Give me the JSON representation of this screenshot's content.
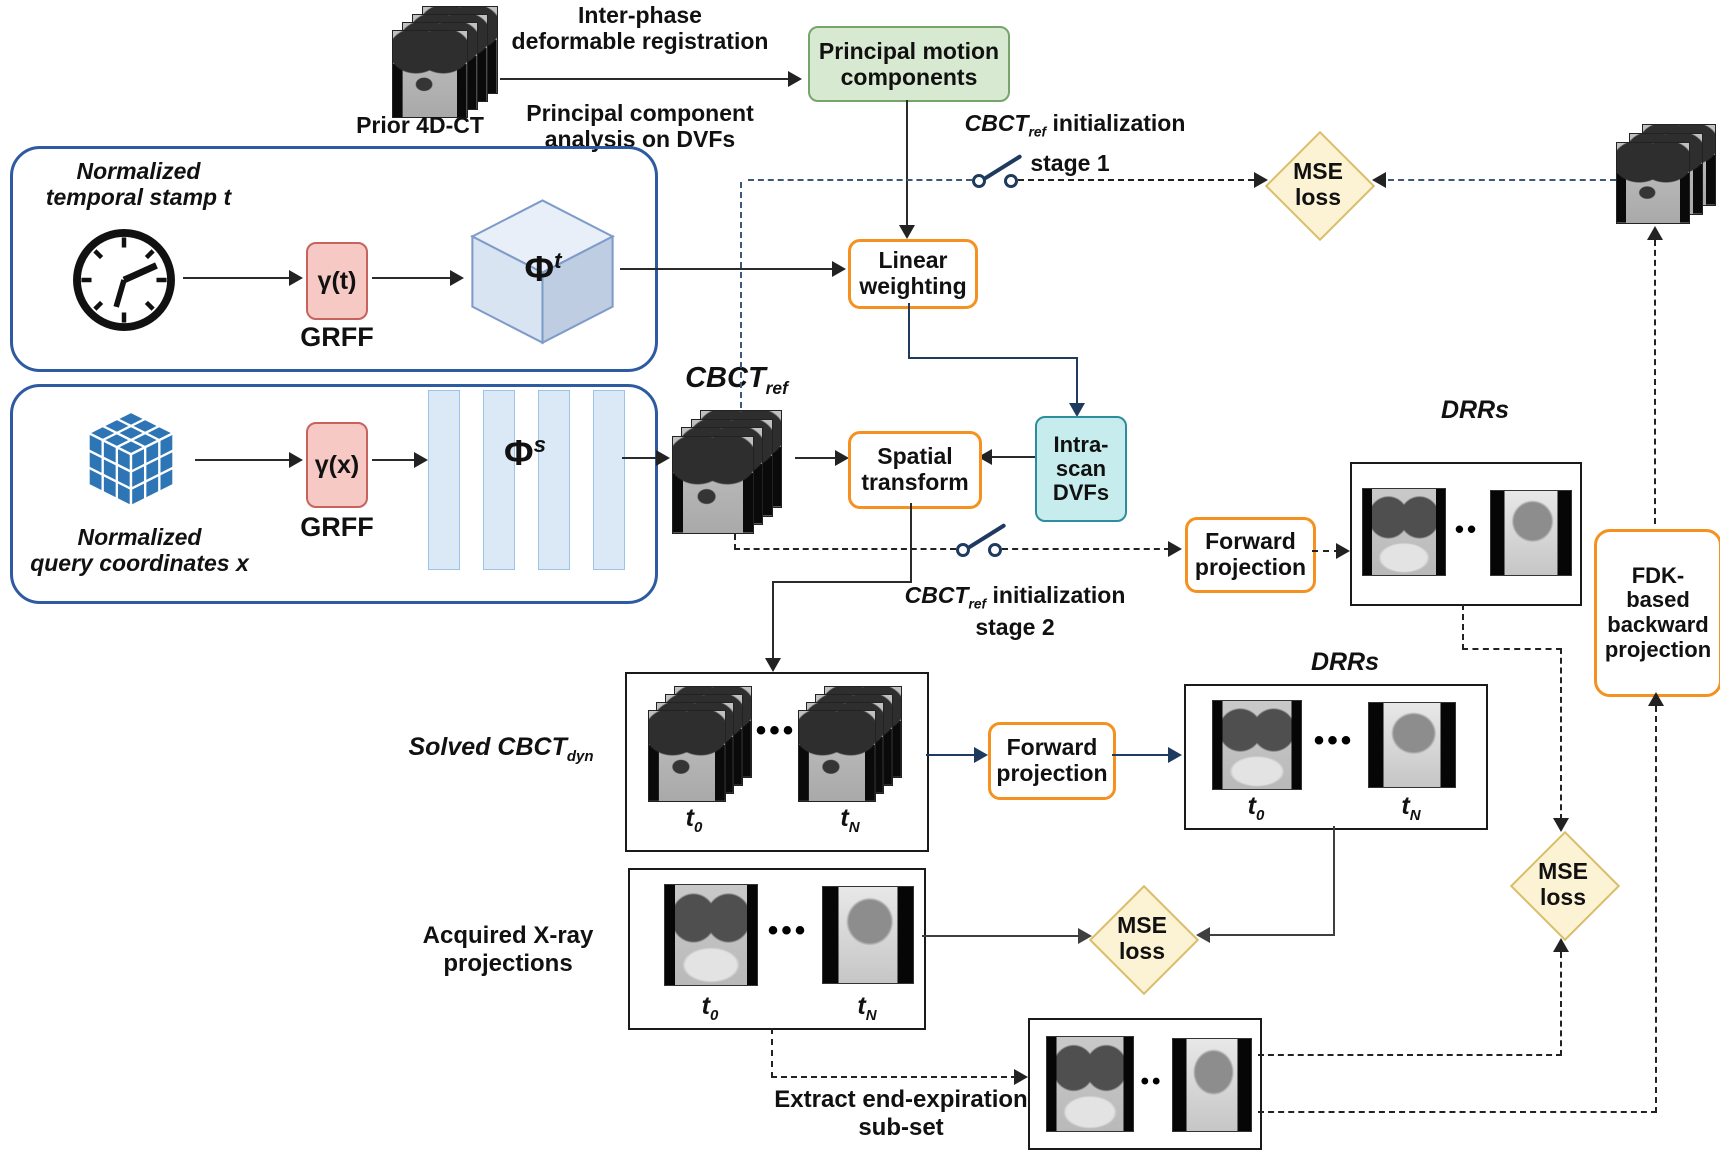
{
  "figure": {
    "prior": {
      "label": "Prior 4D-CT"
    },
    "registration": {
      "line1": "Inter-phase",
      "line2": "deformable registration"
    },
    "pca": {
      "line1": "Principal component",
      "line2": "analysis on DVFs"
    },
    "principal_motion": {
      "line1": "Principal motion",
      "line2": "components"
    },
    "stage1": {
      "cbct": "CBCT",
      "sub": "ref",
      "rest": " initialization",
      "stage": "stage 1"
    },
    "stage2": {
      "cbct": "CBCT",
      "sub": "ref",
      "rest": " initialization",
      "stage": "stage 2"
    },
    "temporal": {
      "title1": "Normalized",
      "title2": "temporal stamp t",
      "gamma": "γ(t)",
      "grff": "GRFF",
      "phi": "Φ",
      "phi_sup": "t"
    },
    "spatial": {
      "title1": "Normalized",
      "title2": "query coordinates x",
      "gamma": "γ(x)",
      "grff": "GRFF",
      "phi": "Φ",
      "phi_sup": "s"
    },
    "cbct_ref": {
      "main": "CBCT",
      "sub": "ref"
    },
    "linear_weighting": {
      "line1": "Linear",
      "line2": "weighting"
    },
    "spatial_transform": {
      "line1": "Spatial",
      "line2": "transform"
    },
    "intra_scan": {
      "line1": "Intra-",
      "line2": "scan",
      "line3": "DVFs"
    },
    "forward_projection_1": {
      "line1": "Forward",
      "line2": "projection"
    },
    "forward_projection_2": {
      "line1": "Forward",
      "line2": "projection"
    },
    "fdk": {
      "line1": "FDK-",
      "line2": "based",
      "line3": "backward",
      "line4": "projection"
    },
    "mse_top": {
      "line1": "MSE",
      "line2": "loss"
    },
    "mse_right": {
      "line1": "MSE",
      "line2": "loss"
    },
    "mse_bottom": {
      "line1": "MSE",
      "line2": "loss"
    },
    "drrs_top": "DRRs",
    "drrs_mid": "DRRs",
    "solved": {
      "main": "Solved CBCT",
      "sub": "dyn"
    },
    "acquired": {
      "line1": "Acquired X-ray",
      "line2": "projections"
    },
    "extract": {
      "line1": "Extract end-expiration",
      "line2": "sub-set"
    },
    "t0": {
      "main": "t",
      "sub": "0"
    },
    "tN": {
      "main": "t",
      "sub": "N"
    },
    "dots3": "•••",
    "dots2": "••"
  },
  "colors": {
    "orange": "#f59120",
    "green_fill": "#d8e9d2",
    "green_border": "#76a56c",
    "pink_fill": "#f6c9c5",
    "pink_border": "#c8625c",
    "teal_fill": "#c6eced",
    "teal_border": "#2e8d9b",
    "diamond_fill": "#fcf3d4",
    "diamond_border": "#d9bd6b",
    "navy": "#1f3a5f",
    "container_blue": "#2d5aa0",
    "bar_fill": "#dbe9f7",
    "bar_border": "#9dc3e6",
    "cube_blue": "#2e75b6"
  }
}
